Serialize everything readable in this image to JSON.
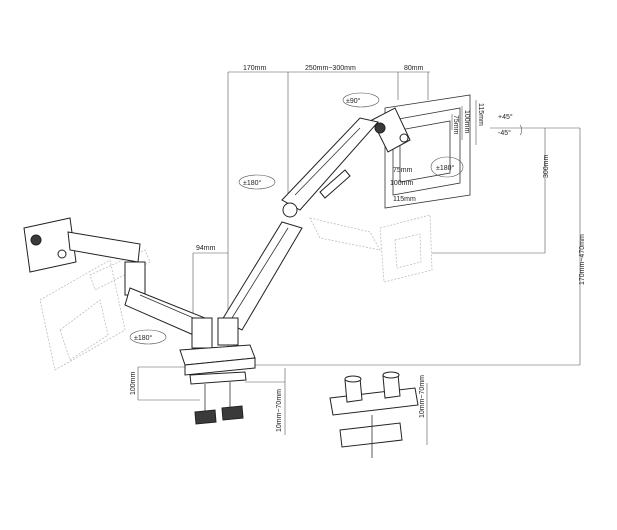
{
  "dimensions": {
    "top_170": "170mm",
    "top_range": "250mm~300mm",
    "top_80": "80mm",
    "vesa_115_h": "115mm",
    "vesa_100_h": "100mm",
    "vesa_75_h": "75mm",
    "vesa_75_w": "75mm",
    "vesa_100_w": "100mm",
    "vesa_115_w": "115mm",
    "tilt_plus": "+45°",
    "tilt_minus": "-45°",
    "rot_90": "±90°",
    "rot_180_head": "±180°",
    "rot_180_arm": "±180°",
    "rot_180_left": "±180°",
    "d_94": "94mm",
    "d_300": "300mm",
    "d_height": "170mm~470mm",
    "d_100": "100mm",
    "d_clamp": "10mm~70mm",
    "d_grommet": "10mm~70mm"
  }
}
